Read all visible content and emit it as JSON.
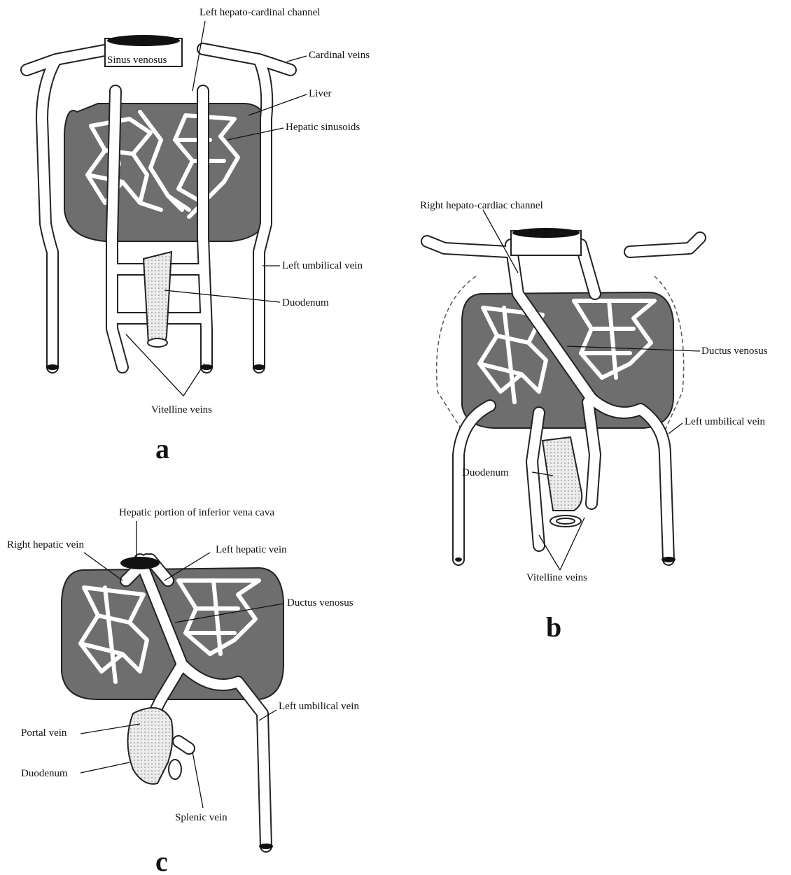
{
  "panel_a": {
    "letter": "a",
    "labels": {
      "left_hepato_cardinal": "Left hepato-cardinal channel",
      "sinus_venosus": "Sinus venosus",
      "cardinal_veins": "Cardinal veins",
      "liver": "Liver",
      "hepatic_sinusoids": "Hepatic sinusoids",
      "left_umbilical_vein": "Left umbilical vein",
      "duodenum": "Duodenum",
      "vitelline_veins": "Vitelline veins"
    }
  },
  "panel_b": {
    "letter": "b",
    "labels": {
      "right_hepato_cardiac": "Right hepato-cardiac channel",
      "ductus_venosus": "Ductus venosus",
      "left_umbilical_vein": "Left umbilical vein",
      "duodenum": "Duodenum",
      "vitelline_veins": "Vitelline veins"
    }
  },
  "panel_c": {
    "letter": "c",
    "labels": {
      "hepatic_ivc": "Hepatic portion of inferior vena cava",
      "right_hepatic_vein": "Right hepatic vein",
      "left_hepatic_vein": "Left hepatic vein",
      "ductus_venosus": "Ductus venosus",
      "left_umbilical_vein": "Left umbilical vein",
      "portal_vein": "Portal vein",
      "duodenum": "Duodenum",
      "splenic_vein": "Splenic vein"
    }
  },
  "colors": {
    "liver": "#6e6e6e",
    "vessel": "#ffffff",
    "outline": "#222222",
    "duodenum": "#e6e6e6"
  }
}
